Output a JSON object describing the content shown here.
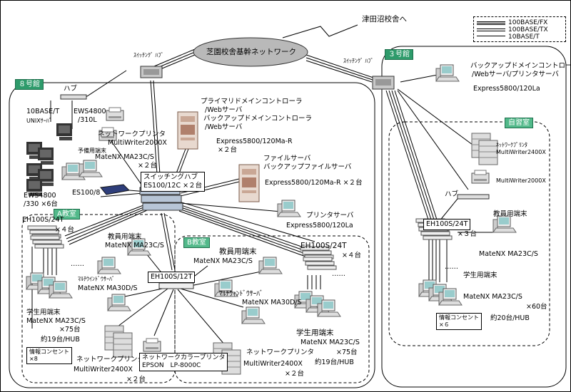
{
  "legend": {
    "fx": "100BASE/FX",
    "tx": "100BASE/TX",
    "t": "10BASE/T"
  },
  "top": {
    "backbone": "芝園校舎基幹ネットワーク",
    "tsudanuma": "津田沼校舎へ",
    "switching_hub_left": "ｽｲｯﾁﾝｸﾞ ﾊﾌﾞ",
    "switching_hub_right": "ｽｲｯﾁﾝｸﾞ ﾊﾌﾞ"
  },
  "bldg8": {
    "title": "８号館",
    "hub": "ハブ",
    "base10t": "10BASE/T",
    "unix_server": "UNIXｻｰﾊﾞ",
    "ews4800_310": "EWS4800",
    "ews4800_310b": "/310L",
    "network_printer": "ネットワークプリンタ",
    "printer_model": "MultiWriter2000X",
    "spare_terminal": "予備用端末",
    "spare_model": "MateNX MA23C/S",
    "spare_count": "×２台",
    "ews4800_330a": "EWS4800",
    "ews4800_330b": "/330 ×6台",
    "es100_8": "ES100/8",
    "primary_dc": "プライマリドメインコントローラ",
    "primary_dc2": "/Webサーバ",
    "backup_dc": "バックアップドメインコントローラ",
    "backup_dc2": "/Webサーバ",
    "dc_model": "Express5800/120Ma-R",
    "dc_count": "×２台",
    "file_server": "ファイルサーバ",
    "backup_file_server": "バックアップファイルサーバ",
    "fs_model": "Express5800/120Ma-R ×２台",
    "switching_hub": "スイッチングハブ",
    "switching_hub_model": "ES100/12C ×２台",
    "printer_server": "プリンタサーバ",
    "printer_server_model": "Express5800/120La",
    "classroom_a": "A教室",
    "classroom_b": "B教室",
    "eh100s24t_a": "EH100S/24T",
    "eh100s24t_a_count": "×４台",
    "teacher_a": "教員用端末",
    "teacher_a_model": "MateNX MA23C/S",
    "multiwindow_a": "ﾏﾙﾁｳｲﾝﾄﾞｳｻｰﾊﾞ",
    "multiwindow_a_model": "MateNX MA30D/S",
    "teacher_b": "教員用端末",
    "teacher_b_model": "MateNX MA23C/S",
    "eh100s24t_b": "EH100S/24T",
    "eh100s24t_b_count": "×４台",
    "eh100s12t": "EH100S/12T",
    "multiwindow_b": "ﾏﾙﾁｳｨﾝﾄﾞｳｻｰﾊﾞ",
    "multiwindow_b_model": "MateNX MA30D/S",
    "student_a": "学生用端末",
    "student_a_model": "MateNX MA23C/S",
    "student_a_count": "×75台",
    "student_a_per_hub": "約19台/HUB",
    "info_outlet_a": "情報コンセント",
    "info_outlet_a_count": "×8",
    "net_printer_a": "ネットワークプリンタ",
    "net_printer_a_model": "MultiWriter2400X",
    "net_printer_a_count": "×２台",
    "color_printer": "ネットワークカラープリンタ",
    "color_printer_model": "EPSON　LP-8000C",
    "net_printer_b": "ネットワークプリンタ",
    "net_printer_b_model": "MultiWriter2400X",
    "net_printer_b_count": "×２台",
    "student_b": "学生用端末",
    "student_b_model": "MateNX MA23C/S",
    "student_b_count": "×75台",
    "student_b_per_hub": "約19台/HUB",
    "dots": "……"
  },
  "bldg3": {
    "title": "３号館",
    "backup_dc": "バックアップドメインコントローラ",
    "backup_dc2": "/Webサーバ/プリンタサーバ",
    "backup_dc_model": "Express5800/120La",
    "self_study": "自習室",
    "net_printer": "ﾈｯﾄﾜｰｸﾌﾟﾘﾝﾀ",
    "net_printer_model": "MultiWriter2400X",
    "printer2_model": "MultiWriter2000X",
    "hub": "ハブ",
    "eh100s24t": "EH100S/24T",
    "eh100s24t_count": "×３台",
    "teacher": "教員用端末",
    "teacher_model": "MateNX MA23C/S",
    "student": "学生用端末",
    "student_model": "MateNX MA23C/S",
    "student_count": "×60台",
    "student_per_hub": "約20台/HUB",
    "info_outlet": "情報コンセント",
    "info_outlet_count": "×６",
    "dots": "……"
  }
}
